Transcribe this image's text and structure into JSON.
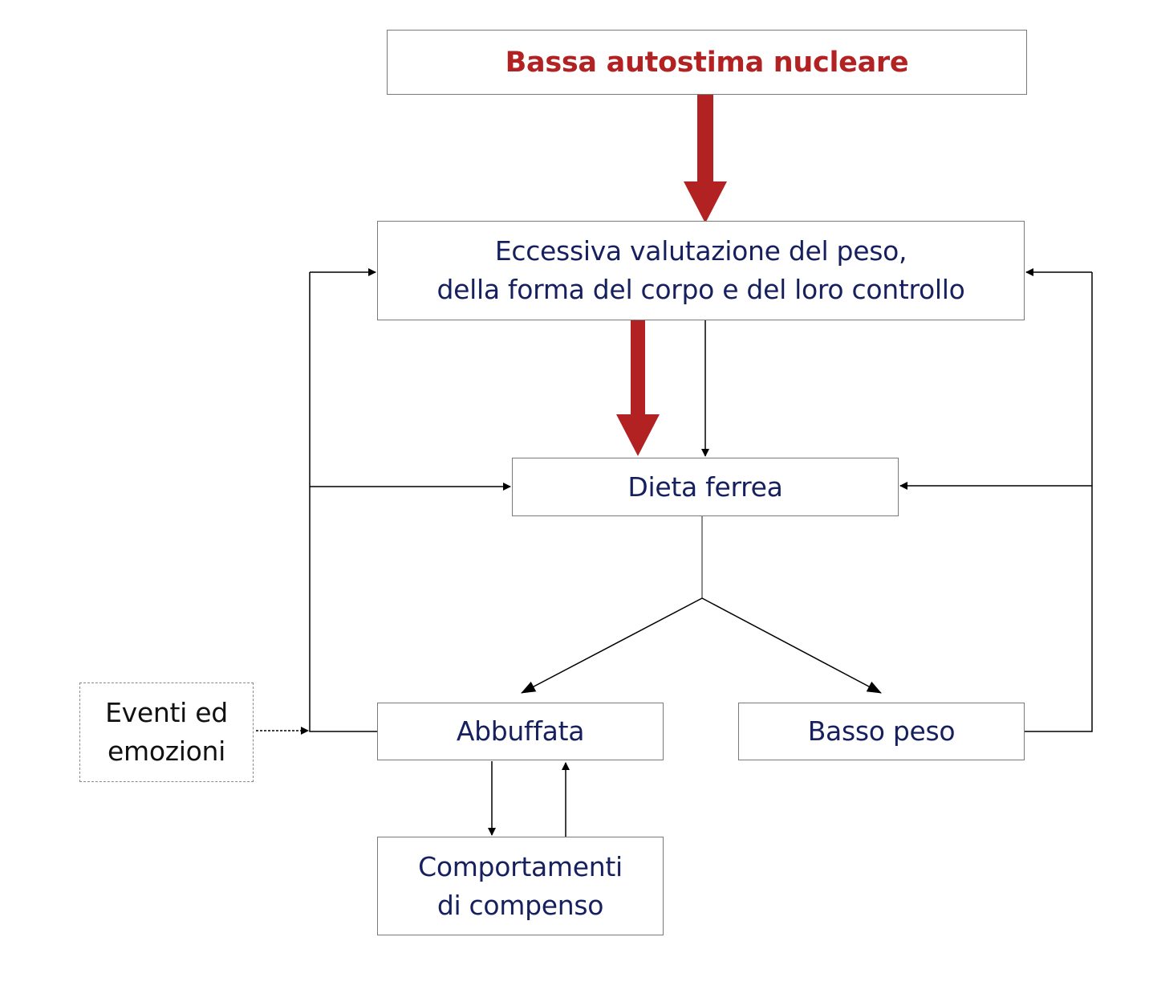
{
  "colors": {
    "title_text": "#b22222",
    "node_text": "#16205e",
    "external_text": "#111111",
    "primary_arrow": "#b22222",
    "connector": "#000000",
    "box_border": "#7a7a7a"
  },
  "nodes": {
    "core": {
      "label": "Bassa autostima nucleare"
    },
    "overvaluation": {
      "line1": "Eccessiva valutazione  del peso,",
      "line2": "della forma del corpo e del loro controllo"
    },
    "diet": {
      "label": "Dieta ferrea"
    },
    "binge": {
      "label": "Abbuffata"
    },
    "low_weight": {
      "label": "Basso peso"
    },
    "compensatory": {
      "line1": "Comportamenti",
      "line2": "di compenso"
    },
    "events": {
      "line1": "Eventi ed",
      "line2": "emozioni"
    }
  }
}
